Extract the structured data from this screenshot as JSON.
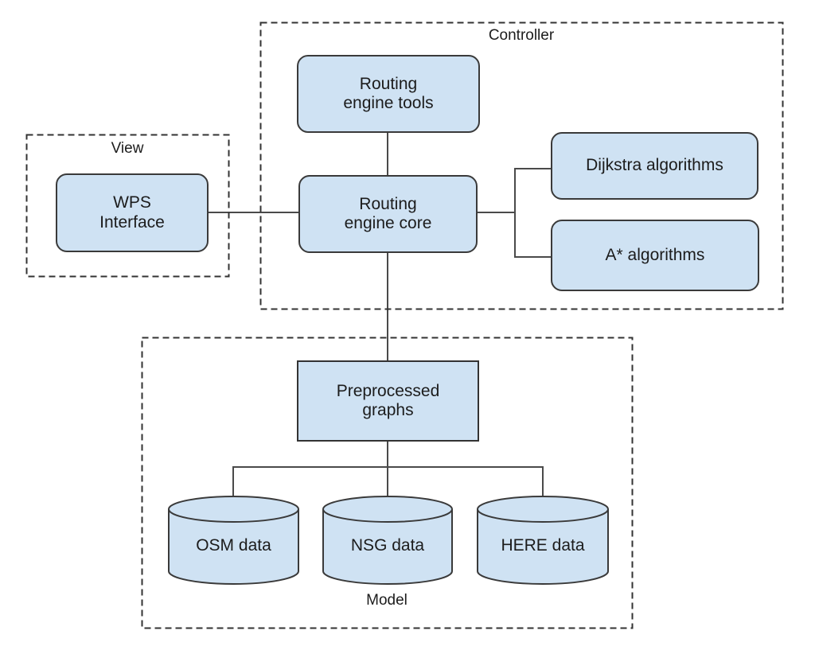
{
  "diagram": {
    "regions": {
      "view": {
        "label": "View"
      },
      "controller": {
        "label": "Controller"
      },
      "model": {
        "label": "Model"
      }
    },
    "nodes": {
      "routing_engine_tools": {
        "label": "Routing\nengine tools",
        "shape": "rounded-rect",
        "region": "controller"
      },
      "wps_interface": {
        "label": "WPS\nInterface",
        "shape": "rounded-rect",
        "region": "view"
      },
      "routing_engine_core": {
        "label": "Routing\nengine core",
        "shape": "rounded-rect",
        "region": "controller"
      },
      "dijkstra_algorithms": {
        "label": "Dijkstra algorithms",
        "shape": "rounded-rect",
        "region": "controller"
      },
      "a_star_algorithms": {
        "label": "A* algorithms",
        "shape": "rounded-rect",
        "region": "controller"
      },
      "preprocessed_graphs": {
        "label": "Preprocessed\ngraphs",
        "shape": "rect",
        "region": "model"
      }
    },
    "datastores": {
      "osm": {
        "label": "OSM data",
        "shape": "cylinder",
        "region": "model"
      },
      "nsg": {
        "label": "NSG data",
        "shape": "cylinder",
        "region": "model"
      },
      "here": {
        "label": "HERE data",
        "shape": "cylinder",
        "region": "model"
      }
    },
    "edges": [
      {
        "from": "routing_engine_tools",
        "to": "routing_engine_core"
      },
      {
        "from": "wps_interface",
        "to": "routing_engine_core"
      },
      {
        "from": "routing_engine_core",
        "to": "dijkstra_algorithms"
      },
      {
        "from": "routing_engine_core",
        "to": "a_star_algorithms"
      },
      {
        "from": "routing_engine_core",
        "to": "preprocessed_graphs"
      },
      {
        "from": "preprocessed_graphs",
        "to": "osm"
      },
      {
        "from": "preprocessed_graphs",
        "to": "nsg"
      },
      {
        "from": "preprocessed_graphs",
        "to": "here"
      }
    ],
    "colors": {
      "node_fill": "#cfe2f3",
      "node_stroke": "#3a3a3a",
      "connector": "#4a4a4a",
      "region_outline": "#333333",
      "text": "#1c1c1c",
      "background": "#ffffff"
    }
  }
}
